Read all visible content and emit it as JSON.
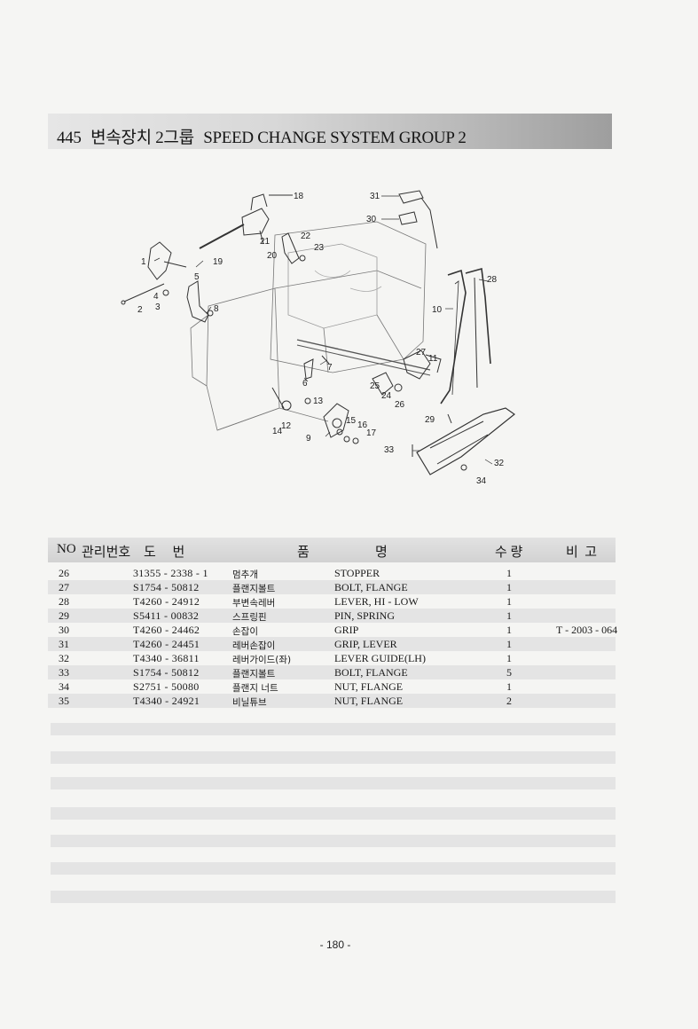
{
  "header": {
    "section_no": "445",
    "title_kr": "변속장치 2그룹",
    "title_en": "SPEED CHANGE SYSTEM GROUP 2"
  },
  "diagram": {
    "callouts": [
      "1",
      "2",
      "3",
      "4",
      "5",
      "6",
      "7",
      "8",
      "9",
      "10",
      "11",
      "12",
      "13",
      "14",
      "15",
      "16",
      "17",
      "18",
      "19",
      "20",
      "21",
      "22",
      "23",
      "24",
      "25",
      "26",
      "27",
      "28",
      "29",
      "30",
      "31",
      "32",
      "33",
      "34"
    ]
  },
  "table": {
    "headers": {
      "no": "NO",
      "mgmt": "관리번호",
      "drawing": "도     번",
      "name_a": "품",
      "name_b": "명",
      "qty": "수 량",
      "remarks": "비  고"
    },
    "rows": [
      {
        "no": "26",
        "code": "31355 - 2338 - 1",
        "name_kr": "멈추개",
        "name_en": "STOPPER",
        "qty": "1",
        "remarks": ""
      },
      {
        "no": "27",
        "code": "S1754 - 50812",
        "name_kr": "플랜지볼트",
        "name_en": "BOLT, FLANGE",
        "qty": "1",
        "remarks": ""
      },
      {
        "no": "28",
        "code": "T4260 - 24912",
        "name_kr": "부변속레버",
        "name_en": "LEVER, HI - LOW",
        "qty": "1",
        "remarks": ""
      },
      {
        "no": "29",
        "code": "S5411 - 00832",
        "name_kr": "스프링핀",
        "name_en": "PIN, SPRING",
        "qty": "1",
        "remarks": ""
      },
      {
        "no": "30",
        "code": "T4260 - 24462",
        "name_kr": "손잡이",
        "name_en": "GRIP",
        "qty": "1",
        "remarks": "T - 2003 - 064"
      },
      {
        "no": "31",
        "code": "T4260 - 24451",
        "name_kr": "레버손잡이",
        "name_en": "GRIP, LEVER",
        "qty": "1",
        "remarks": ""
      },
      {
        "no": "32",
        "code": "T4340 - 36811",
        "name_kr": "레버가이드(좌)",
        "name_en": "LEVER GUIDE(LH)",
        "qty": "1",
        "remarks": ""
      },
      {
        "no": "33",
        "code": "S1754 - 50812",
        "name_kr": "플랜지볼트",
        "name_en": "BOLT, FLANGE",
        "qty": "5",
        "remarks": ""
      },
      {
        "no": "34",
        "code": "S2751 - 50080",
        "name_kr": "플랜지 너트",
        "name_en": "NUT, FLANGE",
        "qty": "1",
        "remarks": ""
      },
      {
        "no": "35",
        "code": "T4340 - 24921",
        "name_kr": "비닐튜브",
        "name_en": "NUT, FLANGE",
        "qty": "2",
        "remarks": ""
      }
    ]
  },
  "footer": {
    "page_number": "- 180 -"
  }
}
